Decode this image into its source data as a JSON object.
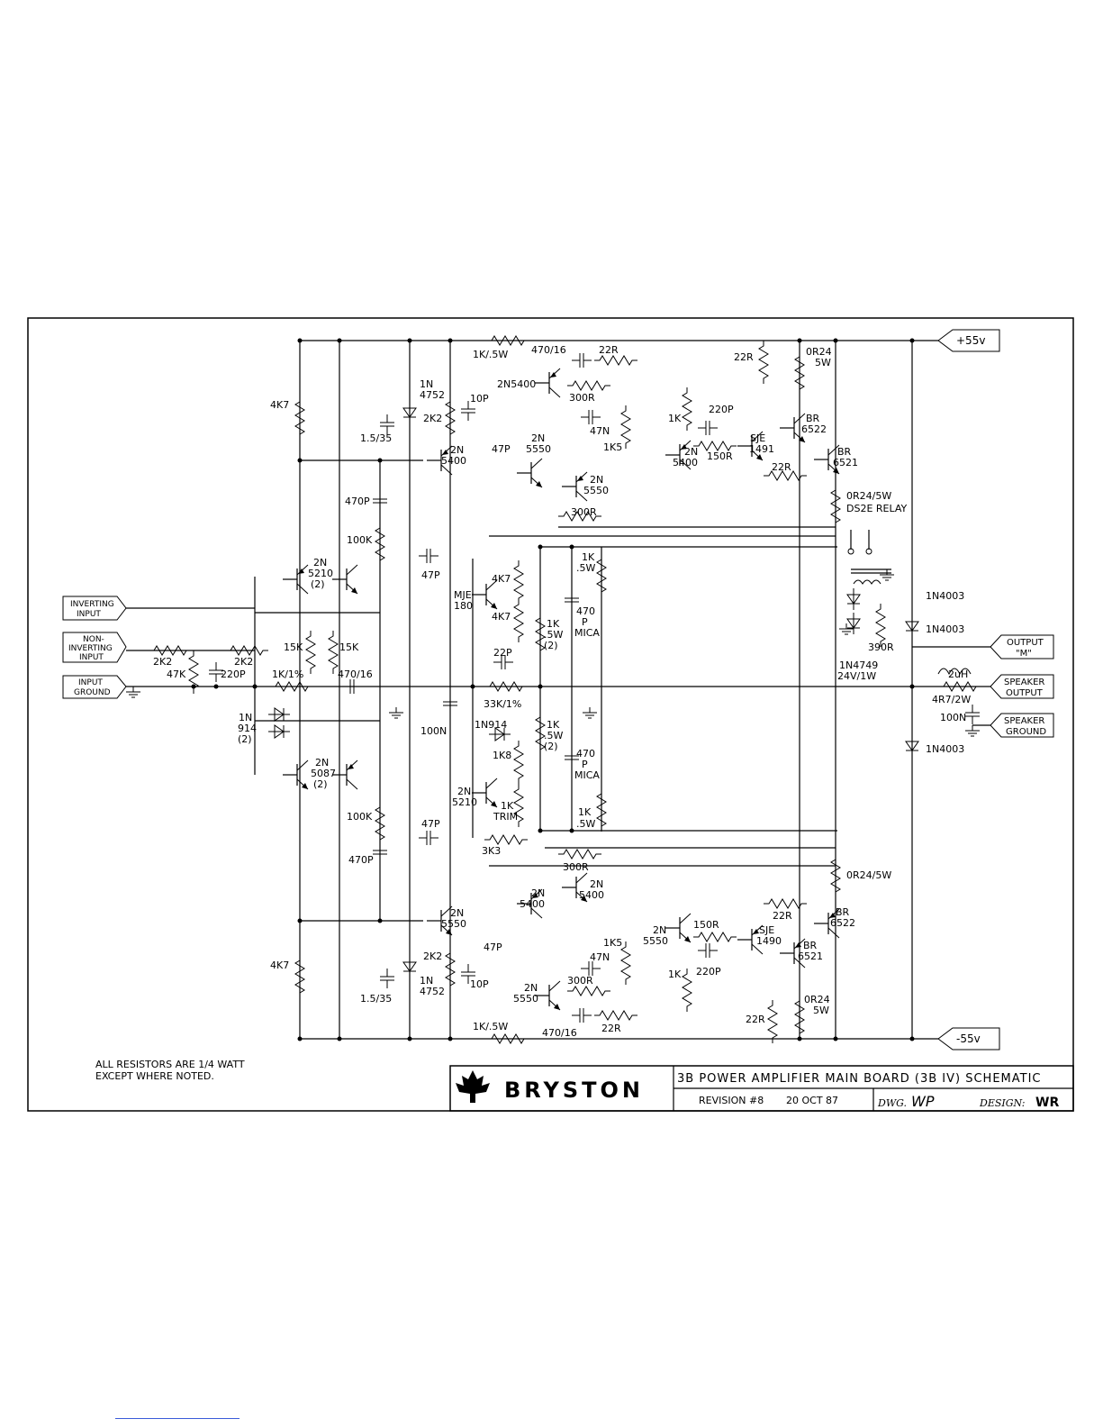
{
  "rails": {
    "positive": "+55v",
    "negative": "-55v"
  },
  "inputs": {
    "inverting": [
      "INVERTING",
      "INPUT"
    ],
    "non_inverting": [
      "NON-",
      "INVERTING",
      "INPUT"
    ],
    "ground": [
      "INPUT",
      "GROUND"
    ]
  },
  "outputs": {
    "output_m": [
      "OUTPUT",
      "\"M\""
    ],
    "speaker_output": [
      "SPEAKER",
      "OUTPUT"
    ],
    "speaker_ground": [
      "SPEAKER",
      "GROUND"
    ]
  },
  "components": {
    "r_4k7_top": "4K7",
    "r_4k7_bot": "4K7",
    "cap_470p_top": "470P",
    "cap_470p_bot": "470P",
    "r_100k_top": "100K",
    "r_100k_bot": "100K",
    "q_2n5210": [
      "2N",
      "5210",
      "(2)"
    ],
    "q_2n5087": [
      "2N",
      "5087",
      "(2)"
    ],
    "r_15k_a": "15K",
    "r_15k_b": "15K",
    "r_2k2_a": "2K2",
    "r_2k2_b": "2K2",
    "r_47k": "47K",
    "cap_220p": "220P",
    "r_1k_1pct": "1K/1%",
    "cap_470_16_mid": "470/16",
    "d_1n914": [
      "1N",
      "914",
      "(2)"
    ],
    "zener_top": [
      "1N",
      "4752"
    ],
    "zener_bot": [
      "1N",
      "4752"
    ],
    "r_2k2_top": "2K2",
    "r_2k2_bot": "2K2",
    "cap_10p_top": "10P",
    "cap_10p_bot": "10P",
    "cap_1_5_35_top": "1.5/35",
    "cap_1_5_35_bot": "1.5/35",
    "q_2n5400_vas_top": [
      "2N",
      "5400"
    ],
    "q_2n5550_vas_bot": [
      "2N",
      "5550"
    ],
    "cap_47p_a": "47P",
    "cap_47p_b": "47P",
    "cap_47p_c": "47P",
    "cap_47p_d": "47P",
    "cap_100n": "100N",
    "q_mje180": [
      "MJE",
      "180"
    ],
    "r_4k7_bias_a": "4K7",
    "r_4k7_bias_b": "4K7",
    "cap_22p": "22P",
    "r_33k": "33K/1%",
    "d_1n914_bias": "1N914",
    "r_1k8": "1K8",
    "q_2n5210_bias": [
      "2N",
      "5210"
    ],
    "r_1k_trim": [
      "1K",
      "TRIM"
    ],
    "r_3k3": "3K3",
    "r_1k_5w_mid_a": [
      "1K",
      ".5W",
      "(2)"
    ],
    "r_1k_5w_mid_b": [
      "1K",
      ".5W",
      "(2)"
    ],
    "r_1k_5w_top": [
      "1K",
      ".5W"
    ],
    "r_1k_5w_bot": [
      "1K",
      ".5W"
    ],
    "cap_470p_mica_a": [
      "470",
      "P",
      "MICA"
    ],
    "cap_470p_mica_b": [
      "470",
      "P",
      "MICA"
    ],
    "r_1k_5w_rail_top": "1K/.5W",
    "r_1k_5w_rail_bot": "1K/.5W",
    "cap_470_16_top": "470/16",
    "cap_470_16_bot": "470/16",
    "r_22r_top": "22R",
    "r_22r_bot": "22R",
    "q_2n5400_top": "2N5400",
    "r_300r_top": "300R",
    "r_300r_bot": "300R",
    "r_300r_mid_top": "300R",
    "r_300r_mid_bot": "300R",
    "cap_47n_top": "47N",
    "cap_47n_bot": "47N",
    "r_1k5_top": "1K5",
    "r_1k5_bot": "1K5",
    "q_2n5550_a": [
      "2N",
      "5550"
    ],
    "q_2n5550_b": [
      "2N",
      "5550"
    ],
    "q_2n5400_a": [
      "2N",
      "5400"
    ],
    "q_2n5400_b": [
      "2N",
      "5400"
    ],
    "q_2n5400_c": [
      "2N",
      "5400"
    ],
    "q_2n5550_c": [
      "2N",
      "5550"
    ],
    "q_2n5550_d": [
      "2N",
      "5550"
    ],
    "r_1k_top": "1K",
    "r_1k_bot": "1K",
    "cap_220p_top": "220P",
    "cap_220p_bot": "220P",
    "r_150r_top": "150R",
    "r_150r_bot": "150R",
    "q_sje1491": [
      "SJE",
      "1491"
    ],
    "q_sje1490": [
      "SJE",
      "1490"
    ],
    "r_22r_drv_top": "22R",
    "r_22r_drv_bot": "22R",
    "r_22r_rail_top": "22R",
    "r_22r_rail_bot": "22R",
    "q_br6522_top": [
      "BR",
      "6522"
    ],
    "q_br6521_top": [
      "BR",
      "6521"
    ],
    "q_br6521_bot": [
      "BR",
      "6521"
    ],
    "q_br6522_bot": [
      "BR",
      "6522"
    ],
    "r_0r24_top": [
      "0R24",
      "5W"
    ],
    "r_0r24_bot": [
      "0R24",
      "5W"
    ],
    "r_0r24_5w_a": "0R24/5W",
    "r_0r24_5w_b": "0R24/5W",
    "relay": "DS2E RELAY",
    "zener_1n4749": [
      "1N4749",
      "24V/1W"
    ],
    "r_390r": "390R",
    "d_1n4003_a": "1N4003",
    "d_1n4003_b": "1N4003",
    "d_1n4003_c": "1N4003",
    "inductor": "2uH",
    "r_4r7": "4R7/2W",
    "cap_100n_out": "100N"
  },
  "note": [
    "ALL RESISTORS ARE 1/4 WATT",
    "EXCEPT WHERE NOTED."
  ],
  "title_block": {
    "brand": "BRYSTON",
    "title": "3B POWER AMPLIFIER MAIN BOARD (3B IV) SCHEMATIC",
    "revision": "REVISION #8",
    "date": "20 OCT 87",
    "dwg_label": "DWG.",
    "dwg_initials": "WP",
    "design_label": "DESIGN:",
    "design_initials": "WR"
  }
}
